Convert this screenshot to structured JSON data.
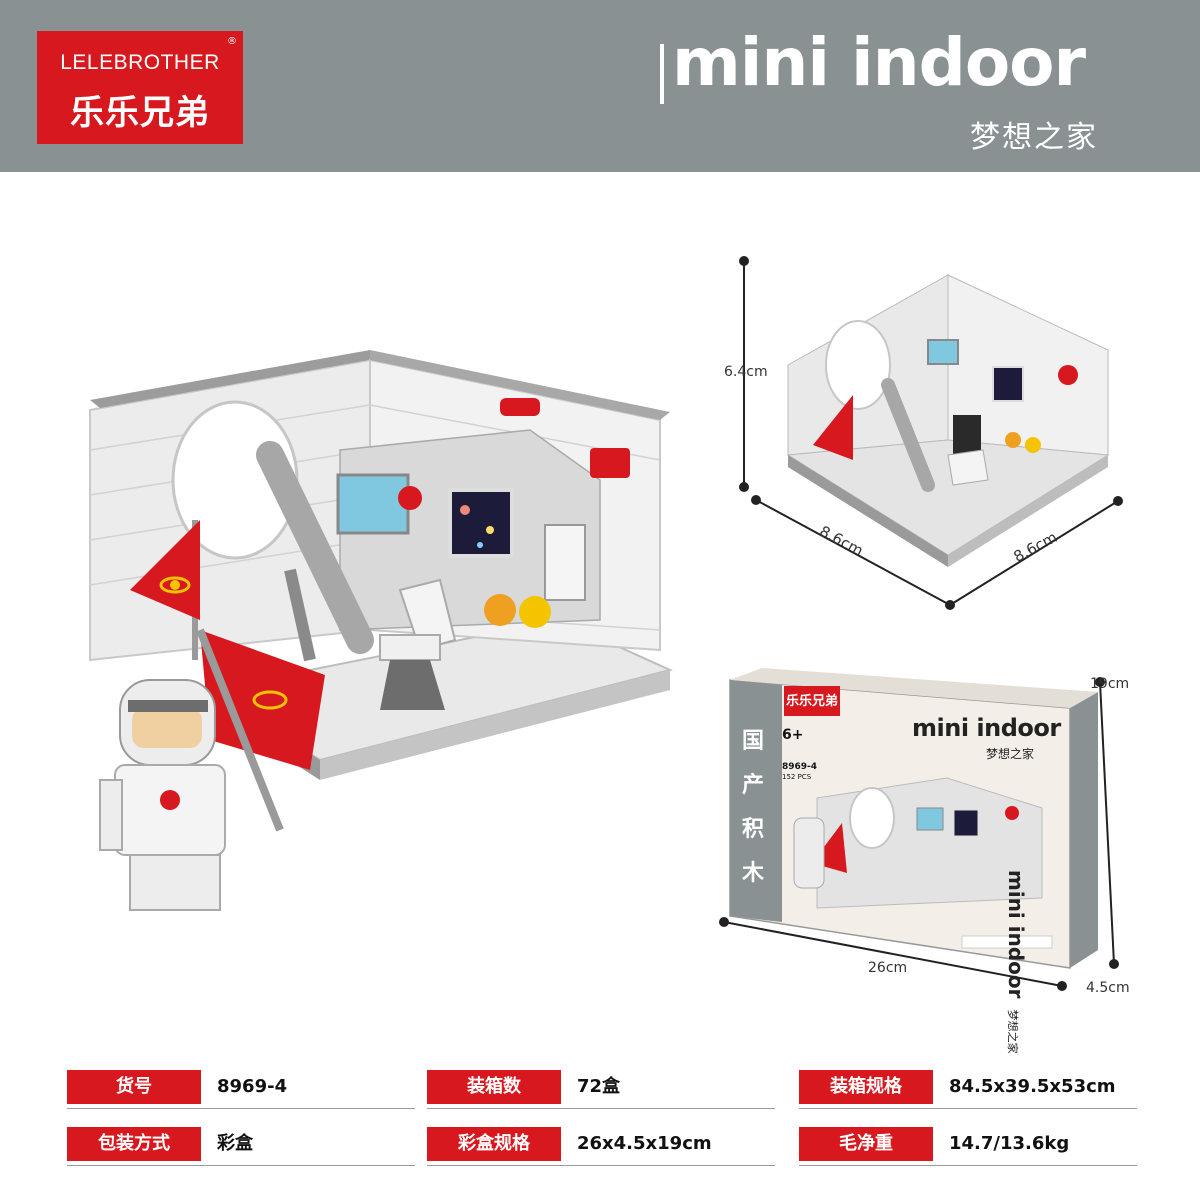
{
  "header": {
    "brand_en": "LELEBROTHER",
    "brand_reg": "®",
    "brand_cn": "乐乐兄弟",
    "title_en": "mini indoor",
    "title_cn": "梦想之家"
  },
  "dimensions": {
    "model_height": "6.4cm",
    "model_depth_left": "8.6cm",
    "model_depth_right": "8.6cm",
    "box_height": "19cm",
    "box_width": "26cm",
    "box_depth": "4.5cm"
  },
  "box": {
    "brand_cn": "乐乐兄弟",
    "age": "6+",
    "code": "8969-4",
    "pieces": "152 PCS",
    "title_en": "mini indoor",
    "title_cn": "梦想之家",
    "side_cn": [
      "国",
      "产",
      "积",
      "木"
    ],
    "side_title_en": "mini indoor",
    "side_title_cn": "梦想之家"
  },
  "specs": [
    [
      {
        "label": "货号",
        "value": "8969-4"
      },
      {
        "label": "装箱数",
        "value": "72盒"
      },
      {
        "label": "装箱规格",
        "value": "84.5x39.5x53cm"
      }
    ],
    [
      {
        "label": "包装方式",
        "value": "彩盒"
      },
      {
        "label": "彩盒规格",
        "value": "26x4.5x19cm"
      },
      {
        "label": "毛净重",
        "value": "14.7/13.6kg"
      }
    ]
  ],
  "colors": {
    "header_bg": "#8a9192",
    "accent_red": "#d7191f",
    "brick_white": "#eeeeee",
    "brick_grey": "#b8b8b8"
  }
}
